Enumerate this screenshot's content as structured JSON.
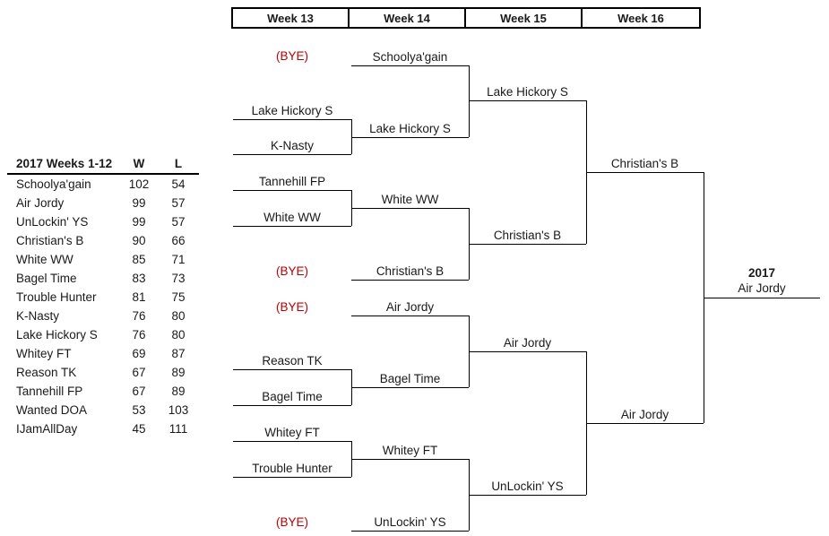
{
  "standings": {
    "headers": {
      "team": "2017  Weeks 1-12",
      "wins": "W",
      "losses": "L"
    },
    "rows": [
      {
        "team": "Schoolya'gain",
        "w": "102",
        "l": "54"
      },
      {
        "team": "Air Jordy",
        "w": "99",
        "l": "57"
      },
      {
        "team": "UnLockin' YS",
        "w": "99",
        "l": "57"
      },
      {
        "team": "Christian's B",
        "w": "90",
        "l": "66"
      },
      {
        "team": "White WW",
        "w": "85",
        "l": "71"
      },
      {
        "team": "Bagel Time",
        "w": "83",
        "l": "73"
      },
      {
        "team": "Trouble Hunter",
        "w": "81",
        "l": "75"
      },
      {
        "team": "K-Nasty",
        "w": "76",
        "l": "80"
      },
      {
        "team": "Lake Hickory S",
        "w": "76",
        "l": "80"
      },
      {
        "team": "Whitey FT",
        "w": "69",
        "l": "87"
      },
      {
        "team": "Reason TK",
        "w": "67",
        "l": "89"
      },
      {
        "team": "Tannehill FP",
        "w": "67",
        "l": "89"
      },
      {
        "team": "Wanted DOA",
        "w": "53",
        "l": "103"
      },
      {
        "team": "IJamAllDay",
        "w": "45",
        "l": "111"
      }
    ]
  },
  "bracket": {
    "weeks": [
      {
        "label": "Week 13"
      },
      {
        "label": "Week 14"
      },
      {
        "label": "Week 15"
      },
      {
        "label": "Week 16"
      }
    ],
    "bye_label": "(BYE)",
    "round13": [
      {
        "name": "(BYE)",
        "bye": true
      },
      {
        "name": "Lake Hickory S",
        "bye": false
      },
      {
        "name": "K-Nasty",
        "bye": false
      },
      {
        "name": "Tannehill FP",
        "bye": false
      },
      {
        "name": "White WW",
        "bye": false
      },
      {
        "name": "(BYE)",
        "bye": true
      },
      {
        "name": "(BYE)",
        "bye": true
      },
      {
        "name": "Reason TK",
        "bye": false
      },
      {
        "name": "Bagel Time",
        "bye": false
      },
      {
        "name": "Whitey FT",
        "bye": false
      },
      {
        "name": "Trouble Hunter",
        "bye": false
      },
      {
        "name": "(BYE)",
        "bye": true
      }
    ],
    "round14": [
      {
        "name": "Schoolya'gain"
      },
      {
        "name": "Lake Hickory S"
      },
      {
        "name": "White WW"
      },
      {
        "name": "Christian's B"
      },
      {
        "name": "Air Jordy"
      },
      {
        "name": "Bagel Time"
      },
      {
        "name": "Whitey FT"
      },
      {
        "name": "UnLockin' YS"
      }
    ],
    "round15": [
      {
        "name": "Lake Hickory S"
      },
      {
        "name": "Christian's B"
      },
      {
        "name": "Air Jordy"
      },
      {
        "name": "UnLockin' YS"
      }
    ],
    "round16": [
      {
        "name": "Christian's B"
      },
      {
        "name": "Air Jordy"
      }
    ],
    "champion": {
      "year": "2017",
      "name": "Air Jordy"
    }
  },
  "colors": {
    "bye_red": "#C00000",
    "line_black": "#000000",
    "text": "#1a1a1a"
  }
}
